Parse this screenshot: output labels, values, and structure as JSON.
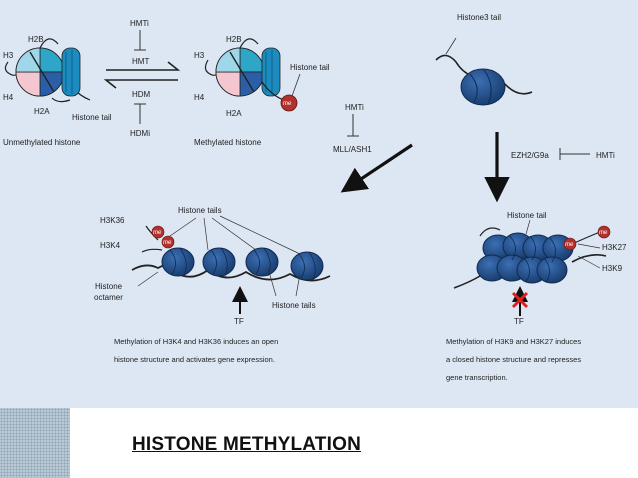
{
  "labels": {
    "hmti_top": "HMTi",
    "hmt": "HMT",
    "hdm": "HDM",
    "hdmi": "HDMi",
    "h2b": "H2B",
    "h3": "H3",
    "h4": "H4",
    "h2a": "H2A",
    "histone_tail": "Histone tail",
    "unmethylated": "Unmethylated  histone",
    "methylated": "Methylated  histone",
    "histone3_tail": "Histone3 tail",
    "hmti_mid": "HMTi",
    "mll": "MLL/ASH1",
    "ezh2": "EZH2/G9a",
    "hmti_right": "HMTi",
    "histone_tails": "Histone tails",
    "h3k36": "H3K36",
    "h3k4": "H3K4",
    "histone": "Histone",
    "octamer": "octamer",
    "tf": "TF",
    "h3k27": "H3K27",
    "h3k9": "H3K9",
    "me": "me"
  },
  "captions": {
    "left_line1": "Methylation of H3K4 and H3K36 induces an open",
    "left_line2": "histone structure and activates gene expression.",
    "right_line1": "Methylation of H3K9 and H3K27 induces",
    "right_line2": "a  closed histone structure and represses",
    "right_line3": "gene transcription."
  },
  "footer": {
    "title": "HISTONE METHYLATION"
  },
  "colors": {
    "background": "#dde6f3",
    "nucleosome": "#1f4f8f",
    "nucleosome_dark": "#163a6b",
    "methyl": "#b3312c",
    "h2b_teal": "#2ea6c8",
    "pink": "#f4c6d0",
    "red_x": "#e02020"
  }
}
